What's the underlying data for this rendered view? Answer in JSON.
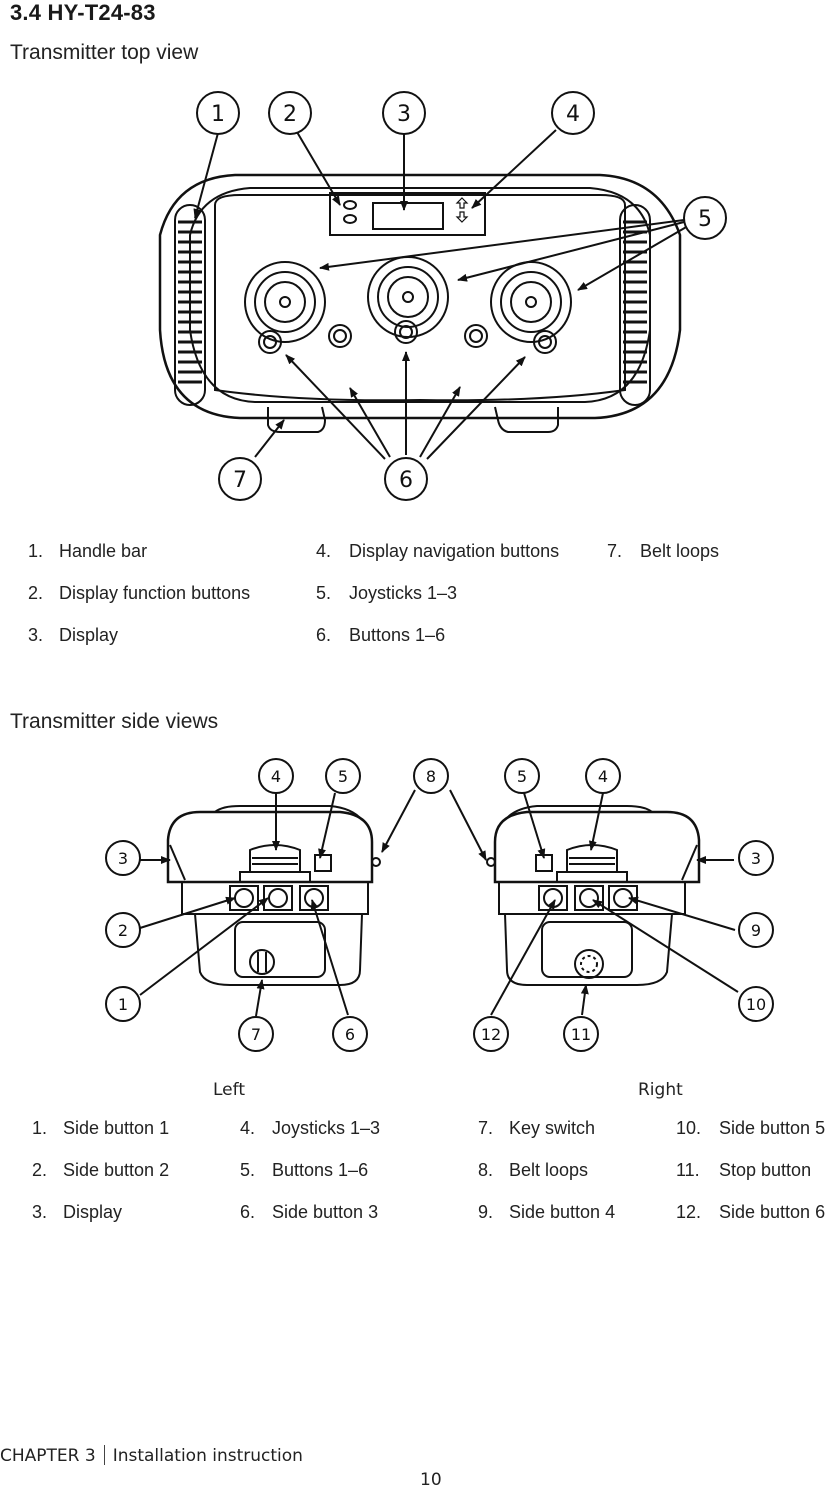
{
  "heading": "3.4 HY-T24-83",
  "top_view": {
    "title": "Transmitter top view",
    "callouts": [
      "1",
      "2",
      "3",
      "4",
      "5",
      "6",
      "7"
    ],
    "legend": [
      {
        "num": "1.",
        "text": "Handle bar"
      },
      {
        "num": "2.",
        "text": "Display function buttons"
      },
      {
        "num": "3.",
        "text": "Display"
      },
      {
        "num": "4.",
        "text": "Display navigation buttons"
      },
      {
        "num": "5.",
        "text": "Joysticks 1–3"
      },
      {
        "num": "6.",
        "text": "Buttons 1–6"
      },
      {
        "num": "7.",
        "text": "Belt loops"
      }
    ]
  },
  "side_views": {
    "title": "Transmitter side views",
    "left_label": "Left",
    "right_label": "Right",
    "left_callouts": [
      "4",
      "5",
      "3",
      "2",
      "1",
      "7",
      "6"
    ],
    "center_callout": "8",
    "right_callouts": [
      "5",
      "4",
      "3",
      "9",
      "10",
      "12",
      "11"
    ],
    "legend": [
      {
        "num": "1.",
        "text": "Side button 1"
      },
      {
        "num": "2.",
        "text": "Side button 2"
      },
      {
        "num": "3.",
        "text": "Display"
      },
      {
        "num": "4.",
        "text": "Joysticks 1–3"
      },
      {
        "num": "5.",
        "text": "Buttons 1–6"
      },
      {
        "num": "6.",
        "text": "Side button 3"
      },
      {
        "num": "7.",
        "text": "Key switch"
      },
      {
        "num": "8.",
        "text": "Belt loops"
      },
      {
        "num": "9.",
        "text": "Side button 4"
      },
      {
        "num": "10.",
        "text": "Side button 5"
      },
      {
        "num": "11.",
        "text": "Stop button"
      },
      {
        "num": "12.",
        "text": "Side button 6"
      }
    ]
  },
  "footer": {
    "chapter": "CHAPTER 3",
    "section": "Installation instruction",
    "page": "10"
  }
}
